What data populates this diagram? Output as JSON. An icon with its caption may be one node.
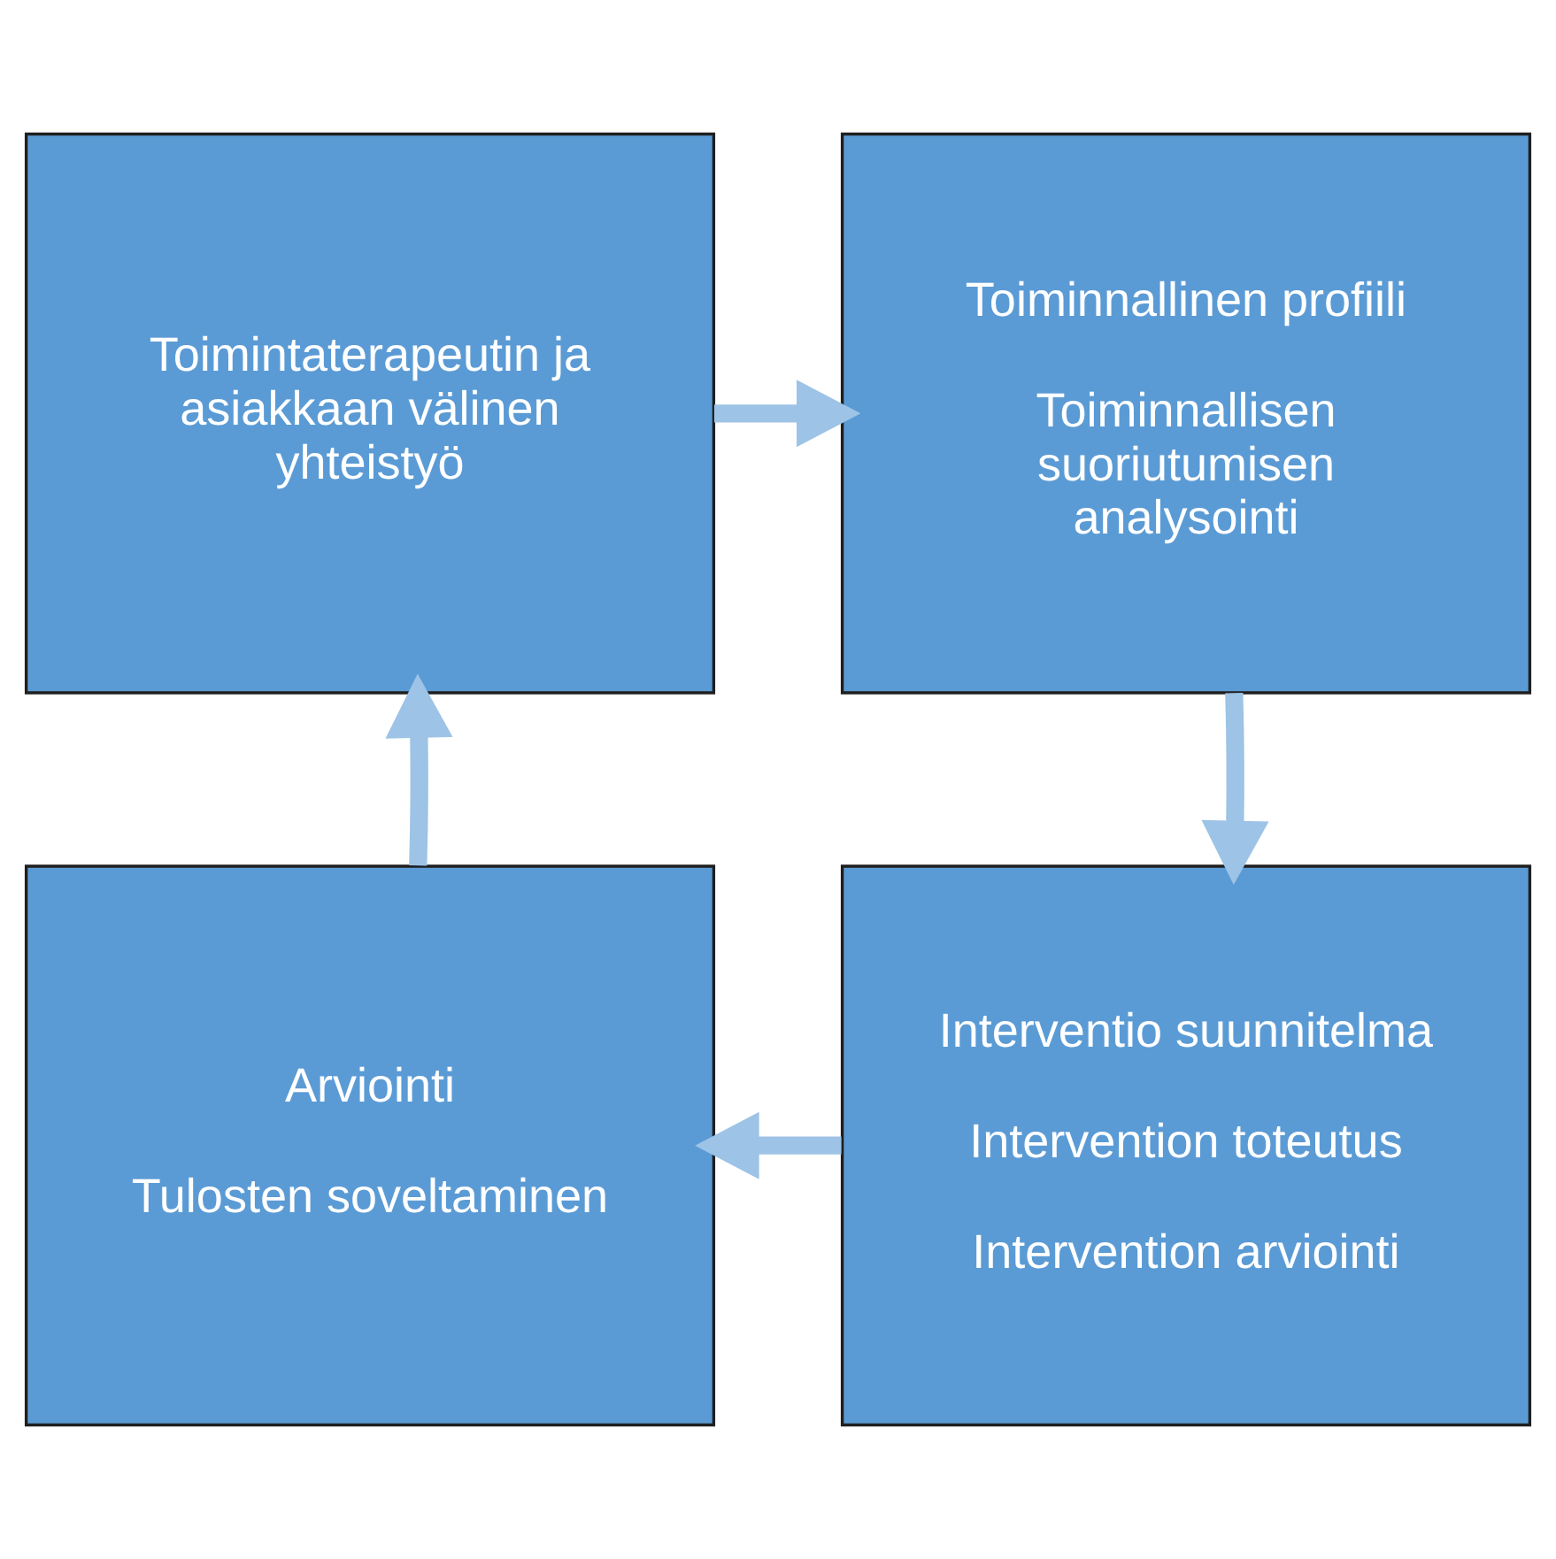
{
  "diagram": {
    "nodes": [
      {
        "text": [
          "Toimintaterapeutin ja asiakkaan välinen yhteistyö"
        ]
      },
      {
        "text": [
          "Toiminnallinen profiili",
          "Toiminnallisen suoriutumisen analysointi"
        ]
      },
      {
        "text": [
          "Interventio suunnitelma",
          "Intervention toteutus",
          "Intervention arviointi"
        ]
      },
      {
        "text": [
          "Arviointi",
          "Tulosten soveltaminen"
        ]
      }
    ],
    "edges": [
      {
        "from": 0,
        "to": 1,
        "arrow": "to"
      },
      {
        "from": 1,
        "to": 2,
        "arrow": "to"
      },
      {
        "from": 2,
        "to": 3,
        "arrow": "to"
      },
      {
        "from": 3,
        "to": 0,
        "arrow": "to"
      }
    ]
  }
}
